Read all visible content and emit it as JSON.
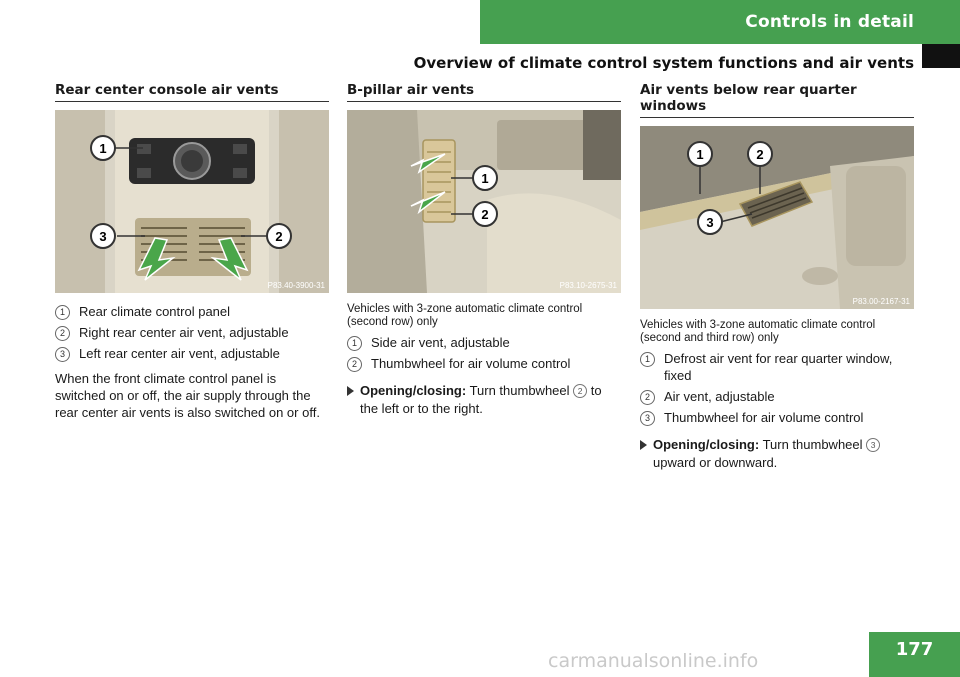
{
  "header": {
    "section_title": "Controls in detail",
    "subtitle": "Overview of climate control system functions and air vents"
  },
  "columns": [
    {
      "heading": "Rear center console air vents",
      "image_ref": "P83.40-3900-31",
      "callouts": [
        "1",
        "2",
        "3"
      ],
      "note": "",
      "items": [
        {
          "num": "1",
          "text": "Rear climate control panel"
        },
        {
          "num": "2",
          "text": "Right rear center air vent, adjustable"
        },
        {
          "num": "3",
          "text": "Left rear center air vent, adjustable"
        }
      ],
      "paragraph": "When the front climate control panel is switched on or off, the air supply through the rear center air vents is also switched on or off."
    },
    {
      "heading": "B-pillar air vents",
      "image_ref": "P83.10-2675-31",
      "callouts": [
        "1",
        "2"
      ],
      "note": "Vehicles with 3-zone automatic climate control (second row) only",
      "items": [
        {
          "num": "1",
          "text": "Side air vent, adjustable"
        },
        {
          "num": "2",
          "text": "Thumbwheel for air volume control"
        }
      ],
      "instruction": {
        "bold": "Opening/closing:",
        "text_before": "Turn thumbwheel",
        "ref": "2",
        "text_after": "to the left or to the right."
      }
    },
    {
      "heading": "Air vents below rear quarter windows",
      "image_ref": "P83.00-2167-31",
      "callouts": [
        "1",
        "2",
        "3"
      ],
      "note": "Vehicles with 3-zone automatic climate control (second and third row) only",
      "items": [
        {
          "num": "1",
          "text": "Defrost air vent for rear quarter window, fixed"
        },
        {
          "num": "2",
          "text": "Air vent, adjustable"
        },
        {
          "num": "3",
          "text": "Thumbwheel for air volume control"
        }
      ],
      "instruction": {
        "bold": "Opening/closing:",
        "text_before": "Turn thumbwheel",
        "ref": "3",
        "text_after": "upward or downward."
      }
    }
  ],
  "page_number": "177",
  "watermark": "carmanualsonline.info",
  "colors": {
    "accent_green": "#46a050",
    "callout_green": "#4aa64a"
  }
}
